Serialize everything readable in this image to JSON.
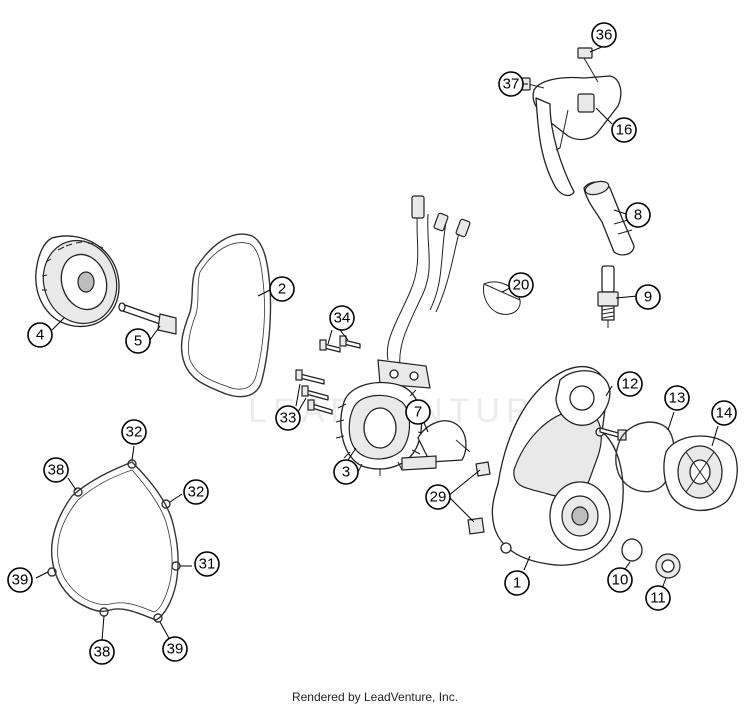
{
  "watermark": "LEADVENTURE",
  "footer": "Rendered by LeadVenture, Inc.",
  "callouts": [
    "36",
    "37",
    "16",
    "8",
    "20",
    "9",
    "2",
    "4",
    "5",
    "34",
    "12",
    "13",
    "14",
    "7",
    "33",
    "3",
    "32",
    "38",
    "32",
    "29",
    "31",
    "39",
    "1",
    "10",
    "11",
    "38",
    "39"
  ]
}
